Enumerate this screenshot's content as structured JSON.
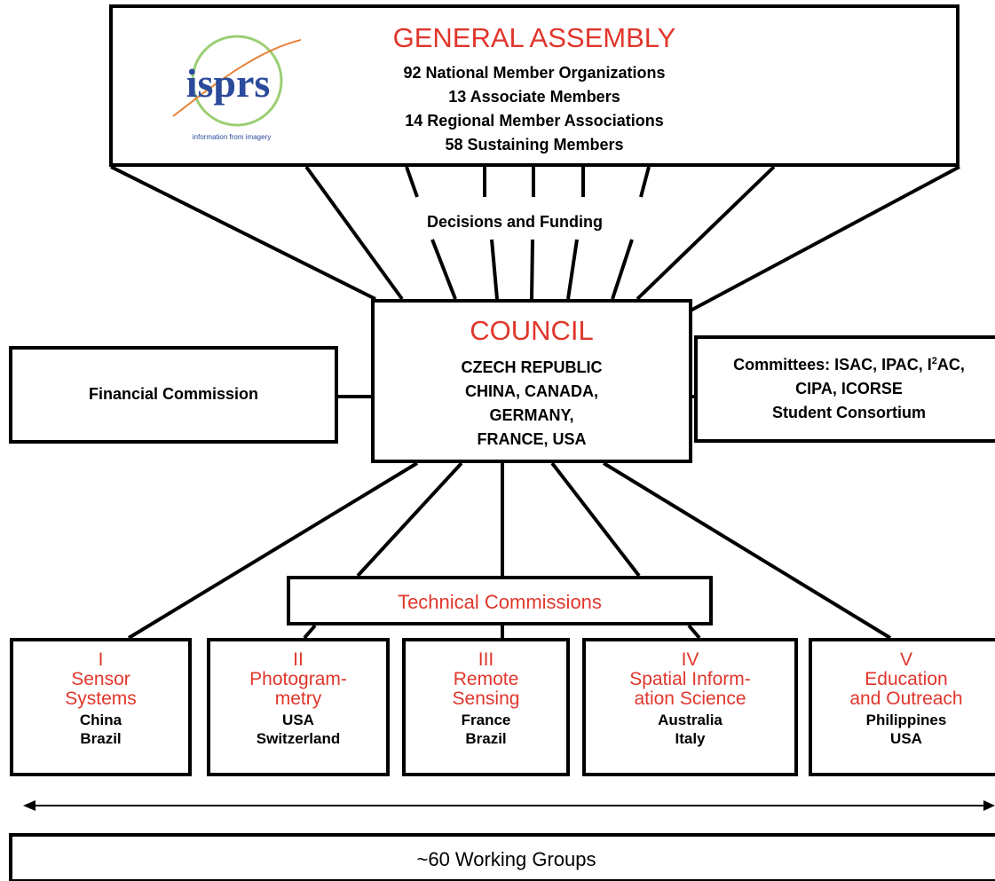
{
  "general_assembly": {
    "title": "GENERAL ASSEMBLY",
    "lines": [
      "92 National Member Organizations",
      "13 Associate Members",
      "14 Regional Member Associations",
      "58 Sustaining Members"
    ],
    "logo": {
      "wordmark": "isprs",
      "tagline": "information from imagery"
    }
  },
  "decisions_label": "Decisions and Funding",
  "council": {
    "title": "COUNCIL",
    "lines": [
      "CZECH REPUBLIC",
      "CHINA, CANADA,",
      "GERMANY,",
      "FRANCE, USA"
    ]
  },
  "financial_commission": "Financial Commission",
  "committees": {
    "line1_pre": "Committees: ISAC, IPAC, I",
    "line1_sup": "2",
    "line1_post": "AC,",
    "line2": "CIPA, ICORSE",
    "line3": "Student Consortium"
  },
  "technical_commissions": "Technical Commissions",
  "commissions": [
    {
      "roman": "I",
      "name": [
        "Sensor",
        "Systems"
      ],
      "countries": [
        "China",
        "Brazil"
      ]
    },
    {
      "roman": "II",
      "name": [
        "Photogram-",
        "metry"
      ],
      "countries": [
        "USA",
        "Switzerland"
      ]
    },
    {
      "roman": "III",
      "name": [
        "Remote",
        "Sensing"
      ],
      "countries": [
        "France",
        "Brazil"
      ]
    },
    {
      "roman": "IV",
      "name": [
        "Spatial Inform-",
        "ation Science"
      ],
      "countries": [
        "Australia",
        "Italy"
      ]
    },
    {
      "roman": "V",
      "name": [
        "Education",
        "and Outreach"
      ],
      "countries": [
        "Philippines",
        "USA"
      ]
    }
  ],
  "working_groups": "~60 Working Groups",
  "colors": {
    "accent": "#e0362c",
    "line": "#000000",
    "logo_blue": "#2b4a9b",
    "logo_green": "#9ccf74",
    "logo_orange": "#e8823a"
  }
}
